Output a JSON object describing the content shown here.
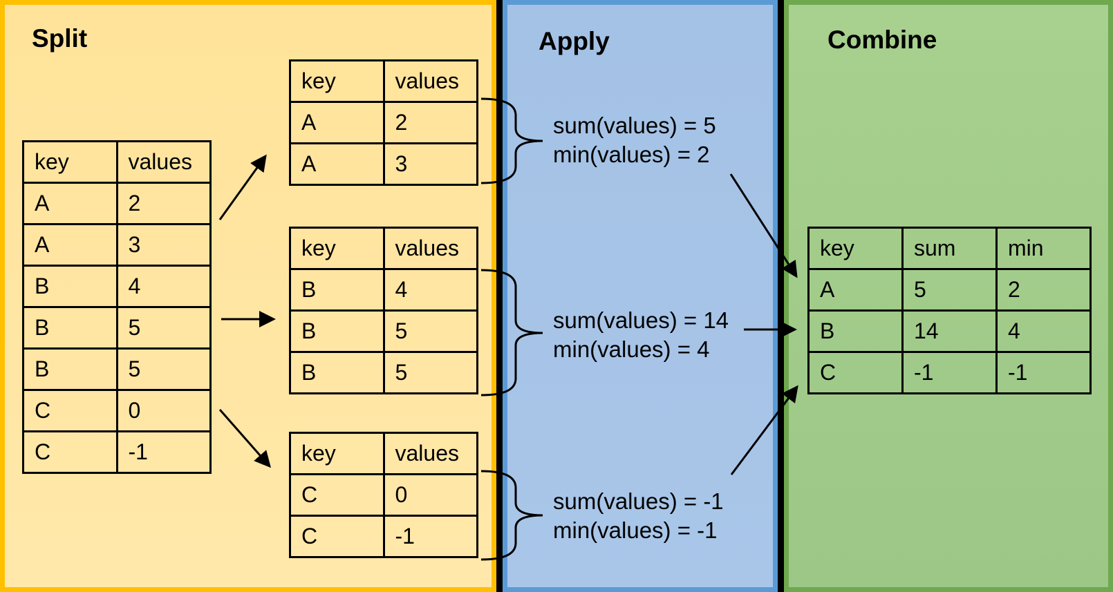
{
  "panels": {
    "split": {
      "title": "Split",
      "colors": {
        "fill": "#FFE39A",
        "fill2": "#FFE8AA",
        "border": "#FFC000"
      },
      "source_table": {
        "headers": [
          "key",
          "values"
        ],
        "rows": [
          [
            "A",
            "2"
          ],
          [
            "A",
            "3"
          ],
          [
            "B",
            "4"
          ],
          [
            "B",
            "5"
          ],
          [
            "B",
            "5"
          ],
          [
            "C",
            "0"
          ],
          [
            "C",
            "-1"
          ]
        ]
      },
      "group_tables": [
        {
          "headers": [
            "key",
            "values"
          ],
          "rows": [
            [
              "A",
              "2"
            ],
            [
              "A",
              "3"
            ]
          ]
        },
        {
          "headers": [
            "key",
            "values"
          ],
          "rows": [
            [
              "B",
              "4"
            ],
            [
              "B",
              "5"
            ],
            [
              "B",
              "5"
            ]
          ]
        },
        {
          "headers": [
            "key",
            "values"
          ],
          "rows": [
            [
              "C",
              "0"
            ],
            [
              "C",
              "-1"
            ]
          ]
        }
      ]
    },
    "apply": {
      "title": "Apply",
      "colors": {
        "fill": "#A4C2E5",
        "fill2": "#A9C6E9",
        "border": "#5B9BD5"
      },
      "results": [
        {
          "lines": [
            "sum(values) = 5",
            "min(values) = 2"
          ]
        },
        {
          "lines": [
            "sum(values) = 14",
            "min(values) = 4"
          ]
        },
        {
          "lines": [
            "sum(values) = -1",
            "min(values) = -1"
          ]
        }
      ]
    },
    "combine": {
      "title": "Combine",
      "colors": {
        "fill": "#A8D08E",
        "fill2": "#9CC787",
        "border": "#6FA84F"
      },
      "result_table": {
        "headers": [
          "key",
          "sum",
          "min"
        ],
        "rows": [
          [
            "A",
            "5",
            "2"
          ],
          [
            "B",
            "14",
            "4"
          ],
          [
            "C",
            "-1",
            "-1"
          ]
        ]
      }
    }
  },
  "divider_color": "#000000",
  "line_color": "#000000"
}
